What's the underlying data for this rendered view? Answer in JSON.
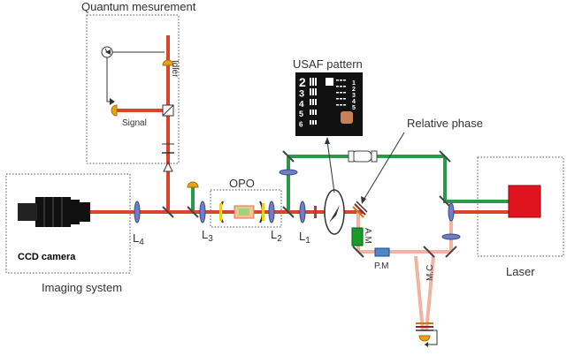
{
  "labels": {
    "quantum": "Quantum mesurement",
    "idler": "Idler",
    "signal": "Signal",
    "usaf": "USAF pattern",
    "relative_phase": "Relative phase",
    "opo": "OPO",
    "ccd": "CCD camera",
    "imaging": "Imaging system",
    "laser": "Laser",
    "l4": "L",
    "l4_sub": "4",
    "l3": "L",
    "l3_sub": "3",
    "l2": "L",
    "l2_sub": "2",
    "l1": "L",
    "l1_sub": "1",
    "am": "A.M",
    "pm": "P.M",
    "mc": "M.C"
  },
  "usaf_numbers": [
    "2",
    "3",
    "4",
    "5",
    "6"
  ],
  "usaf_right_numbers": [
    "1",
    "2",
    "3",
    "4",
    "5"
  ],
  "colors": {
    "red_beam": "#d9452b",
    "green_beam": "#2a9a4a",
    "pink_beam": "#f2b3a3",
    "laser_box": "#e0141e",
    "lens": "#6f7fc0",
    "detector": "#e8a21a"
  }
}
